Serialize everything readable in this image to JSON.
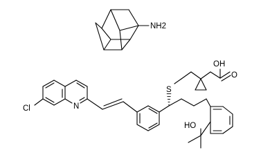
{
  "structure": {
    "atom_labels": {
      "amine": "NH2",
      "chlorine": "Cl",
      "quinoline_n": "N",
      "sulfur": "S",
      "acid_oh": "OH",
      "acid_o": "O",
      "alcohol_ho": "HO"
    }
  },
  "colors": {
    "ink": "#000000",
    "background": "#ffffff"
  }
}
